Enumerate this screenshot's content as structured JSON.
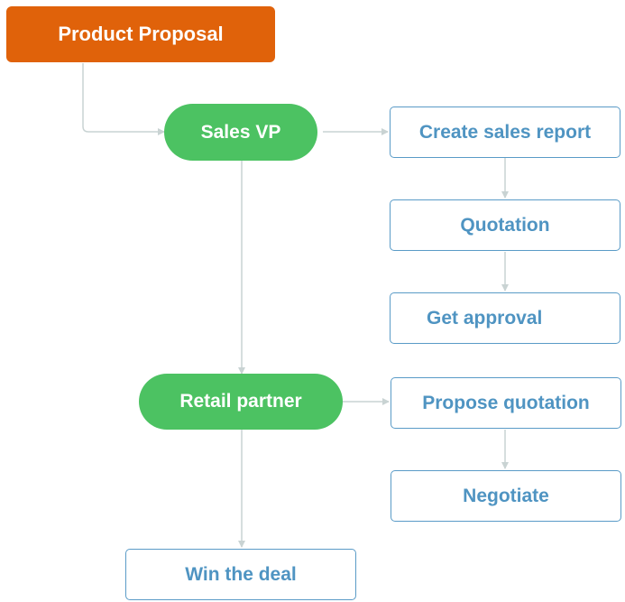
{
  "nodes": {
    "product_proposal": "Product Proposal",
    "sales_vp": "Sales VP",
    "create_sales_report": "Create sales report",
    "quotation": "Quotation",
    "get_approval": "Get approval",
    "retail_partner": "Retail partner",
    "propose_quotation": "Propose quotation",
    "negotiate": "Negotiate",
    "win_the_deal": "Win the deal"
  },
  "colors": {
    "start": "#e0620a",
    "actor": "#4cc262",
    "step_border": "#5a9bc7",
    "step_text": "#4f94c2",
    "connector": "#c9d3d3"
  }
}
